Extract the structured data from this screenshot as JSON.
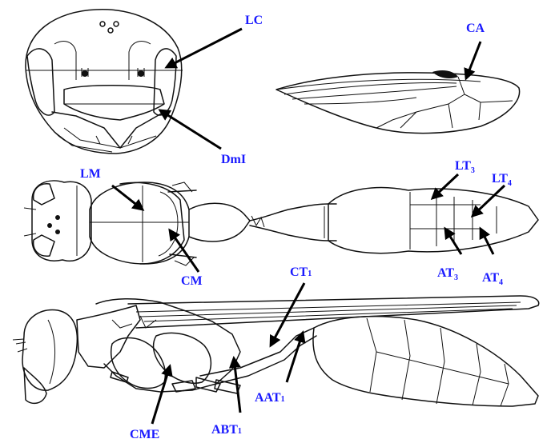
{
  "labels": {
    "lc": "LC",
    "ca": "CA",
    "dmi": "DmI",
    "lm": "LM",
    "lt3": "LT",
    "lt3_sub": "3",
    "lt4": "LT",
    "lt4_sub": "4",
    "cm": "CM",
    "at3": "AT",
    "at3_sub": "3",
    "at4": "AT",
    "at4_sub": "4",
    "ct1": "CT",
    "ct1_sub": "1",
    "cme": "CME",
    "abt1": "ABT",
    "abt1_sub": "1",
    "aat1": "AAT",
    "aat1_sub": "1"
  },
  "colors": {
    "label": "#1a1aff",
    "ink": "#111111"
  }
}
